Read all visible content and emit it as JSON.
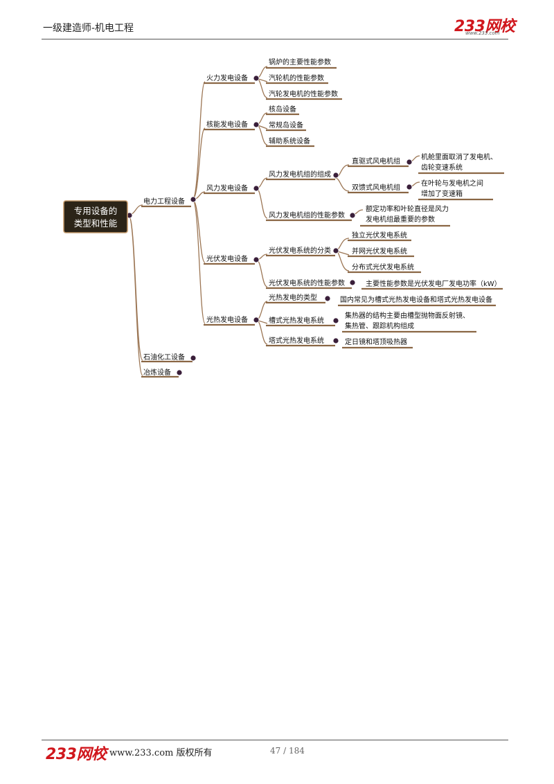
{
  "header": {
    "title": "一级建造师-机电工程",
    "logo_number": "233",
    "logo_text": "网校",
    "logo_url": "www.233.com"
  },
  "footer": {
    "logo_number": "233",
    "logo_text": "网校",
    "copyright": "www.233.com 版权所有",
    "page": "47 / 184"
  },
  "mindmap": {
    "root": [
      "专用设备的",
      "类型和性能"
    ],
    "l1": [
      "电力工程设备",
      "石油化工设备",
      "冶炼设备"
    ],
    "thermal": {
      "label": "火力发电设备",
      "items": [
        "锅炉的主要性能参数",
        "汽轮机的性能参数",
        "汽轮发电机的性能参数"
      ]
    },
    "nuclear": {
      "label": "核能发电设备",
      "items": [
        "核岛设备",
        "常规岛设备",
        "辅助系统设备"
      ]
    },
    "wind": {
      "label": "风力发电设备",
      "composition": {
        "label": "风力发电机组的组成",
        "direct": {
          "label": "直驱式风电机组",
          "desc": [
            "机舱里面取消了发电机、",
            "齿轮变速系统"
          ]
        },
        "doubly": {
          "label": "双馈式风电机组",
          "desc": [
            "在叶轮与发电机之间",
            "增加了变速箱"
          ]
        }
      },
      "params": {
        "label": "风力发电机组的性能参数",
        "desc": [
          "额定功率和叶轮直径是风力",
          "发电机组最重要的参数"
        ]
      }
    },
    "pv": {
      "label": "光伏发电设备",
      "types": {
        "label": "光伏发电系统的分类",
        "items": [
          "独立光伏发电系统",
          "并网光伏发电系统",
          "分布式光伏发电系统"
        ]
      },
      "params": {
        "label": "光伏发电系统的性能参数",
        "desc": "主要性能参数是光伏发电厂发电功率（kW）"
      }
    },
    "solar_thermal": {
      "label": "光热发电设备",
      "type": {
        "label": "光热发电的类型",
        "desc": "国内常见为槽式光热发电设备和塔式光热发电设备"
      },
      "trough": {
        "label": "槽式光热发电系统",
        "desc": [
          "集热器的结构主要由槽型抛物面反射镜、",
          "集热管、跟踪机构组成"
        ]
      },
      "tower": {
        "label": "塔式光热发电系统",
        "desc": "定日镜和塔顶吸热器"
      }
    }
  },
  "colors": {
    "line": "#9b7553",
    "underline": "#8a6644",
    "root_fill": "#2b2418",
    "root_border": "#c49a6c",
    "node_dot": "#3a1f3a",
    "logo_red": "#d0161c"
  }
}
